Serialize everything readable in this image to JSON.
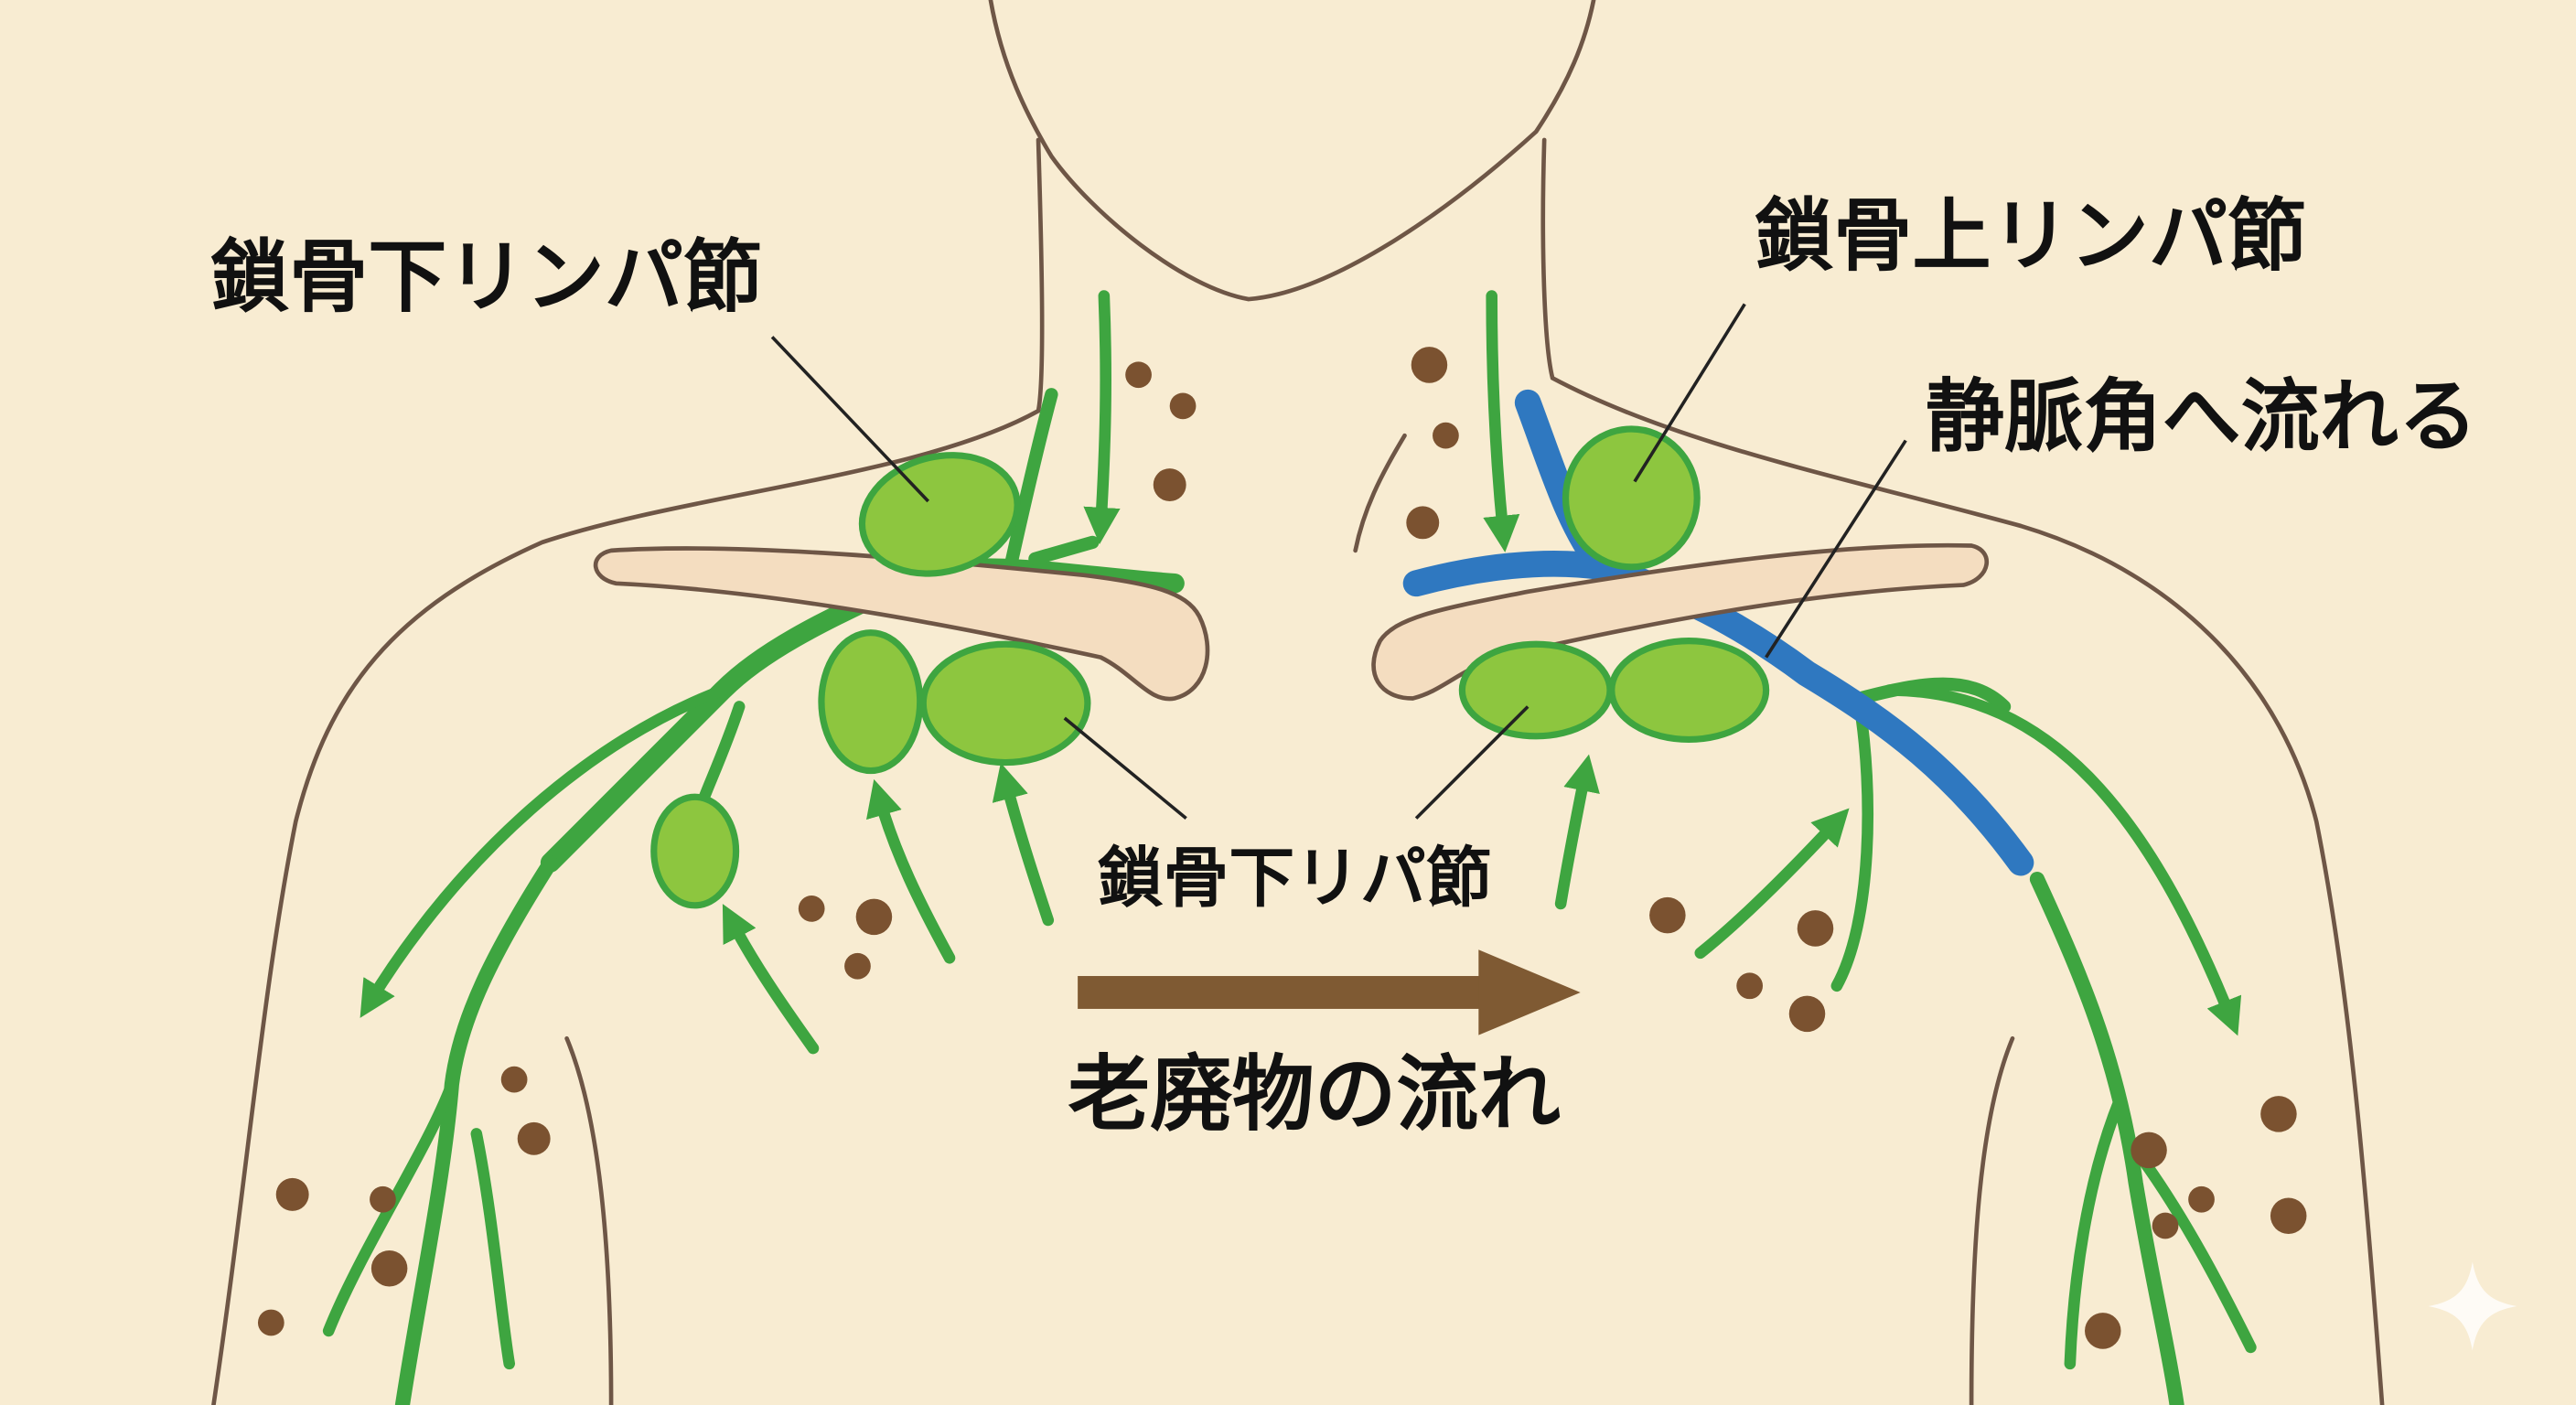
{
  "labels": {
    "infraclavicular_top": "鎖骨下リンパ節",
    "supraclavicular": "鎖骨上リンパ節",
    "venous_angle": "静脈角へ流れる",
    "infraclavicular_center": "鎖骨下リパ節",
    "waste_flow": "老廃物の流れ"
  },
  "colors": {
    "background": "#f8ecd2",
    "lymph_vessel": "#3ea540",
    "lymph_node": "#8dc63f",
    "vein": "#2f78c0",
    "waste_particles": "#7b5230",
    "flow_arrow": "#7f5a33",
    "outline": "#6e5646"
  },
  "watermark": "sparkle-icon"
}
